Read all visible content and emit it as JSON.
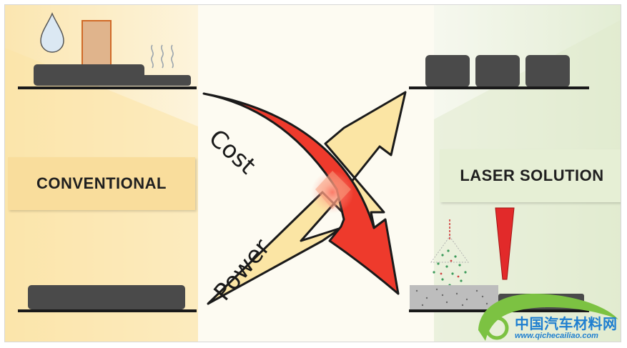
{
  "labels": {
    "conventional": "CONVENTIONAL",
    "laser_solution": "LASER SOLUTION"
  },
  "arrows": {
    "cost": "Cost",
    "power": "Power"
  },
  "watermark": {
    "title": "中国汽车材料网",
    "url": "www.qichecailiao.com"
  },
  "colors": {
    "conventional_bg": "#fbe8b8",
    "laser_bg": "#e8f0dc",
    "cost_arrow": "#ee3a2c",
    "power_arrow": "#fbe5a4",
    "part_gray": "#4a4a4a",
    "watermark_blue": "#1f7fd0",
    "watermark_green": "#7cc242"
  }
}
